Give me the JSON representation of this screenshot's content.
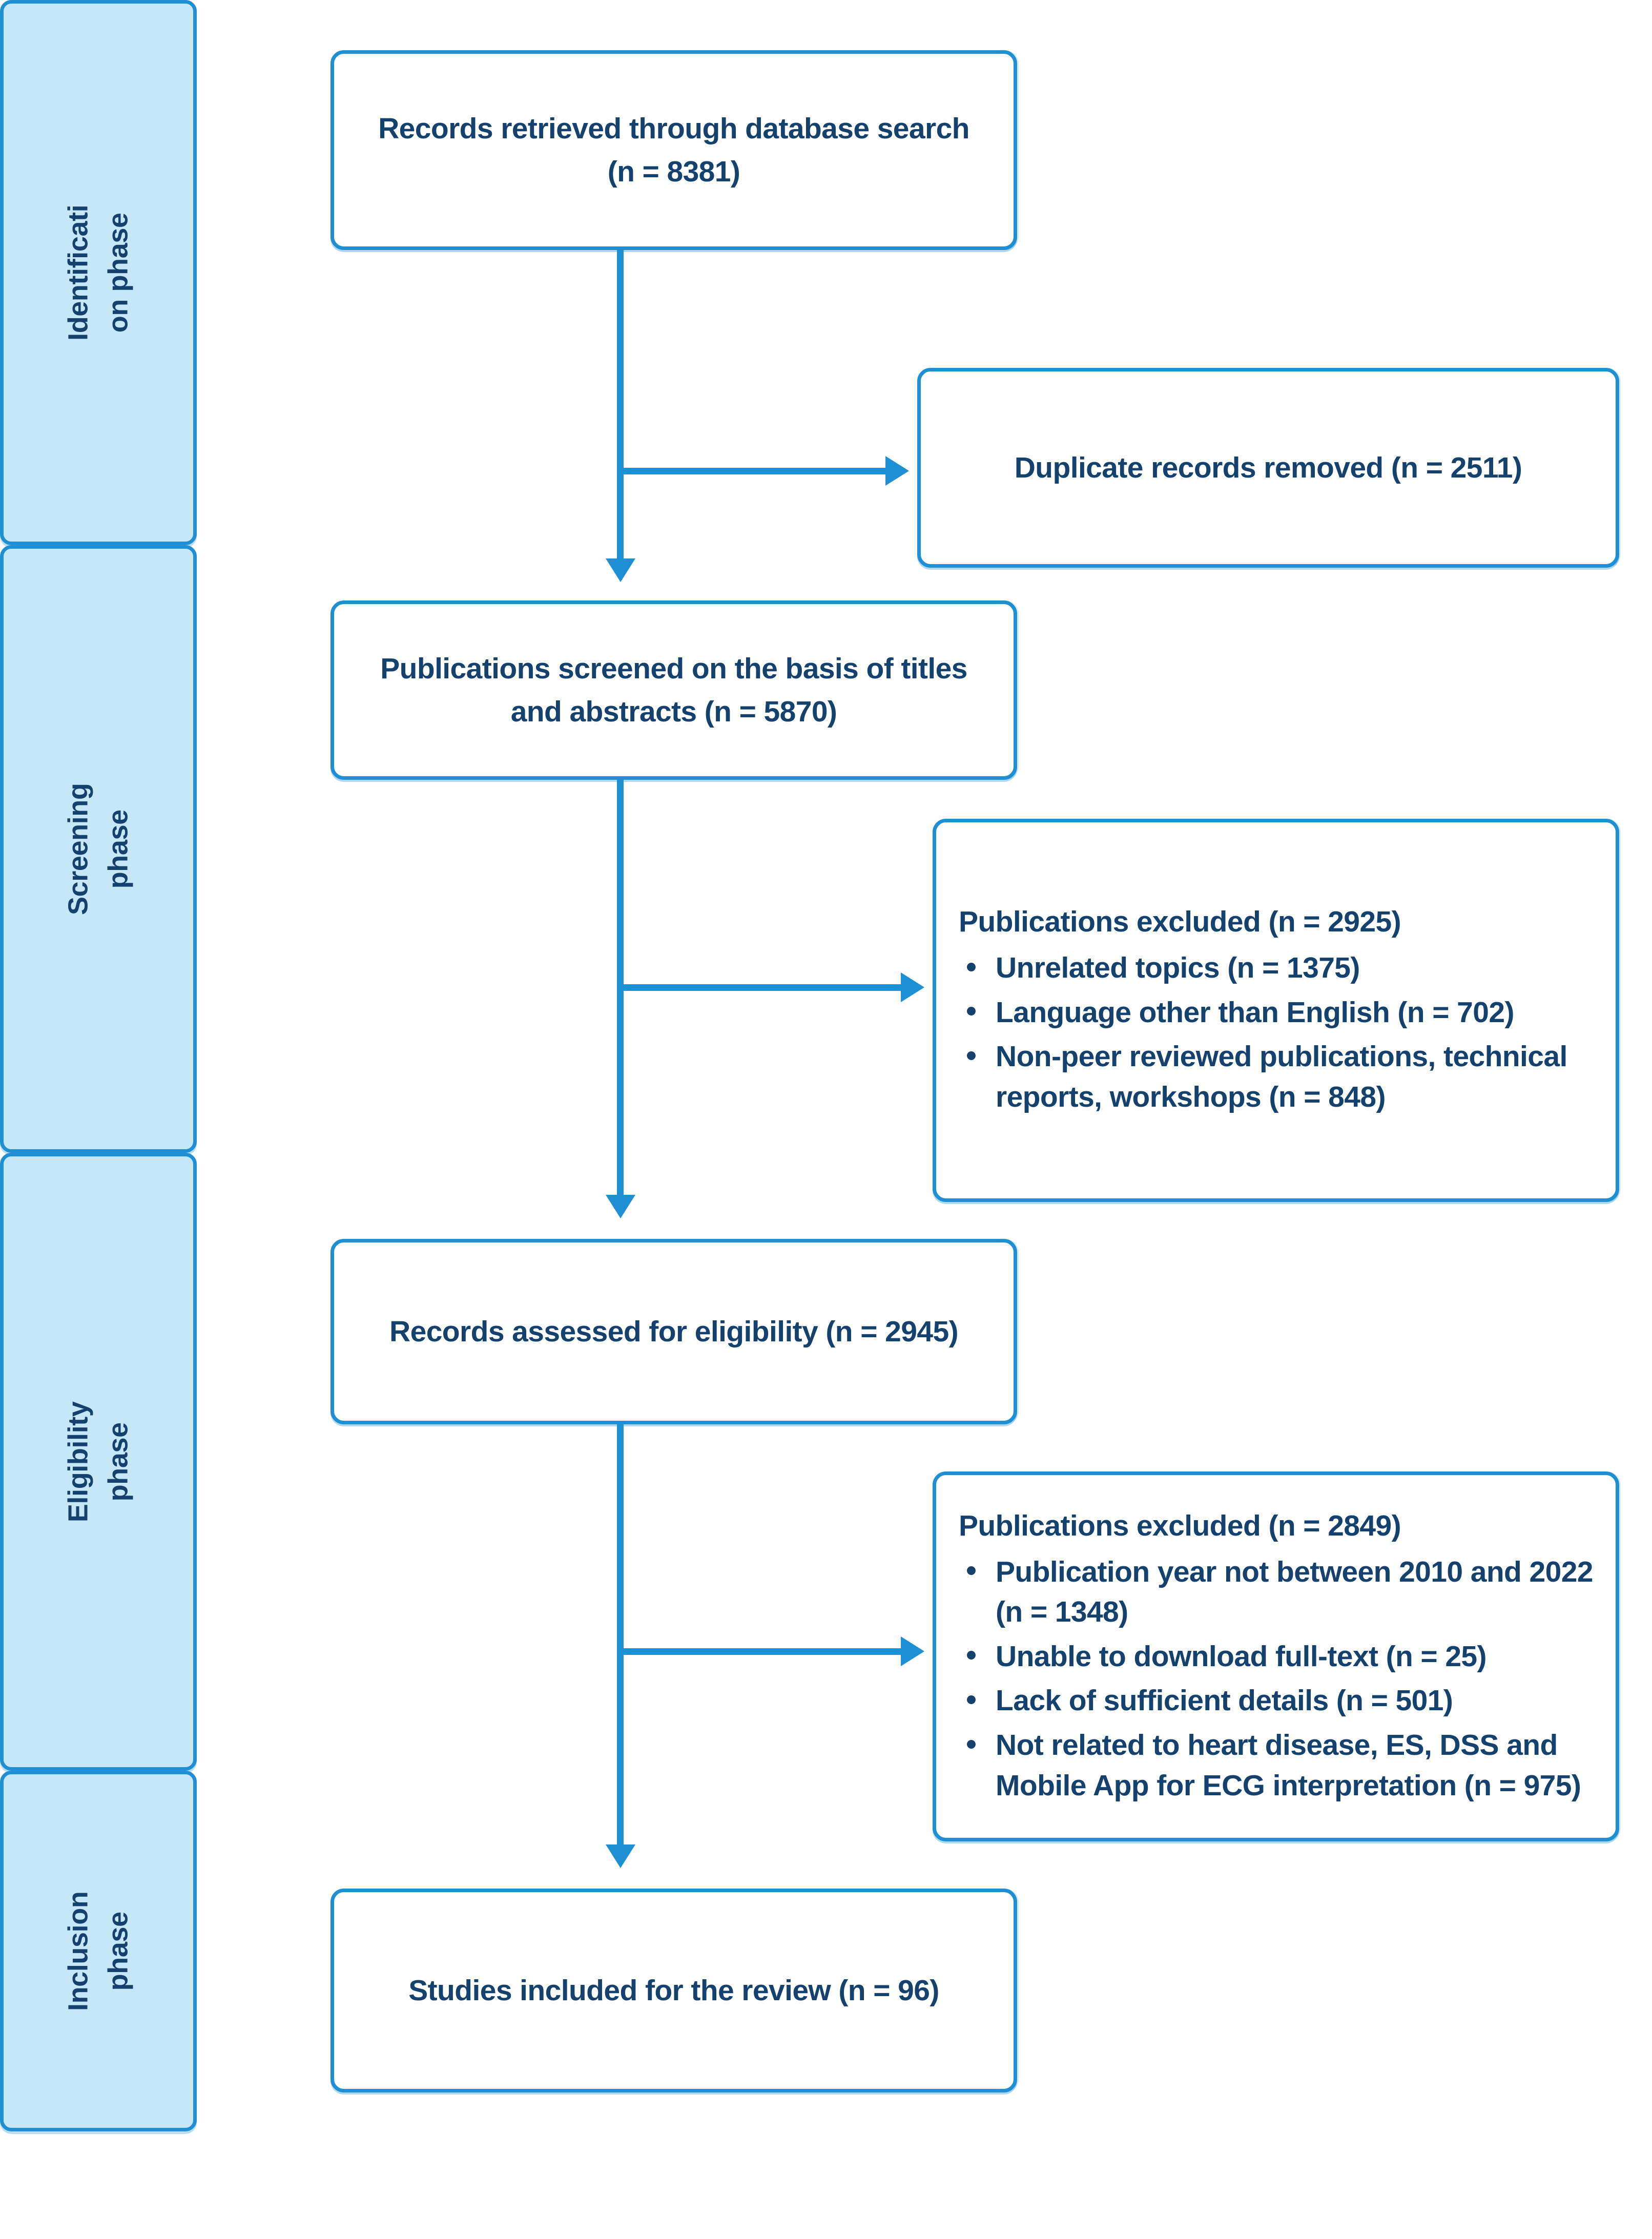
{
  "diagram": {
    "type": "prisma-flow-diagram",
    "accent_border_color": "#1f8fd4",
    "text_color": "#14416e",
    "phase_fill_color": "#c5e7f8",
    "background_color": "#ffffff"
  },
  "phases": [
    {
      "line1": "Identificati",
      "line2": "on phase"
    },
    {
      "line1": "Screening",
      "line2": "phase"
    },
    {
      "line1": "Eligibility",
      "line2": "phase"
    },
    {
      "line1": "Inclusion",
      "line2": "phase"
    }
  ],
  "nodes": {
    "records_retrieved": {
      "line1": "Records retrieved through database search",
      "line2": "(n = 8381)"
    },
    "duplicates_removed": {
      "line1": "Duplicate records removed (n = 2511)"
    },
    "publications_screened": {
      "line1": "Publications screened on the basis of titles",
      "line2": "and abstracts (n = 5870)"
    },
    "records_assessed": {
      "line1": "Records assessed for eligibility (n = 2945)"
    },
    "studies_included": {
      "line1": "Studies included for the review (n = 96)"
    }
  },
  "exclusions": [
    {
      "header": "Publications excluded (n = 2925)",
      "items": [
        "Unrelated topics (n = 1375)",
        "Language other than English (n = 702)",
        "Non-peer reviewed publications, technical reports, workshops (n = 848)"
      ]
    },
    {
      "header": "Publications excluded (n = 2849)",
      "items": [
        "Publication year not between 2010 and 2022 (n = 1348)",
        "Unable to download full-text (n = 25)",
        "Lack of sufficient details (n = 501)",
        "Not related to heart disease, ES, DSS and Mobile App for ECG interpretation  (n = 975)"
      ]
    }
  ]
}
